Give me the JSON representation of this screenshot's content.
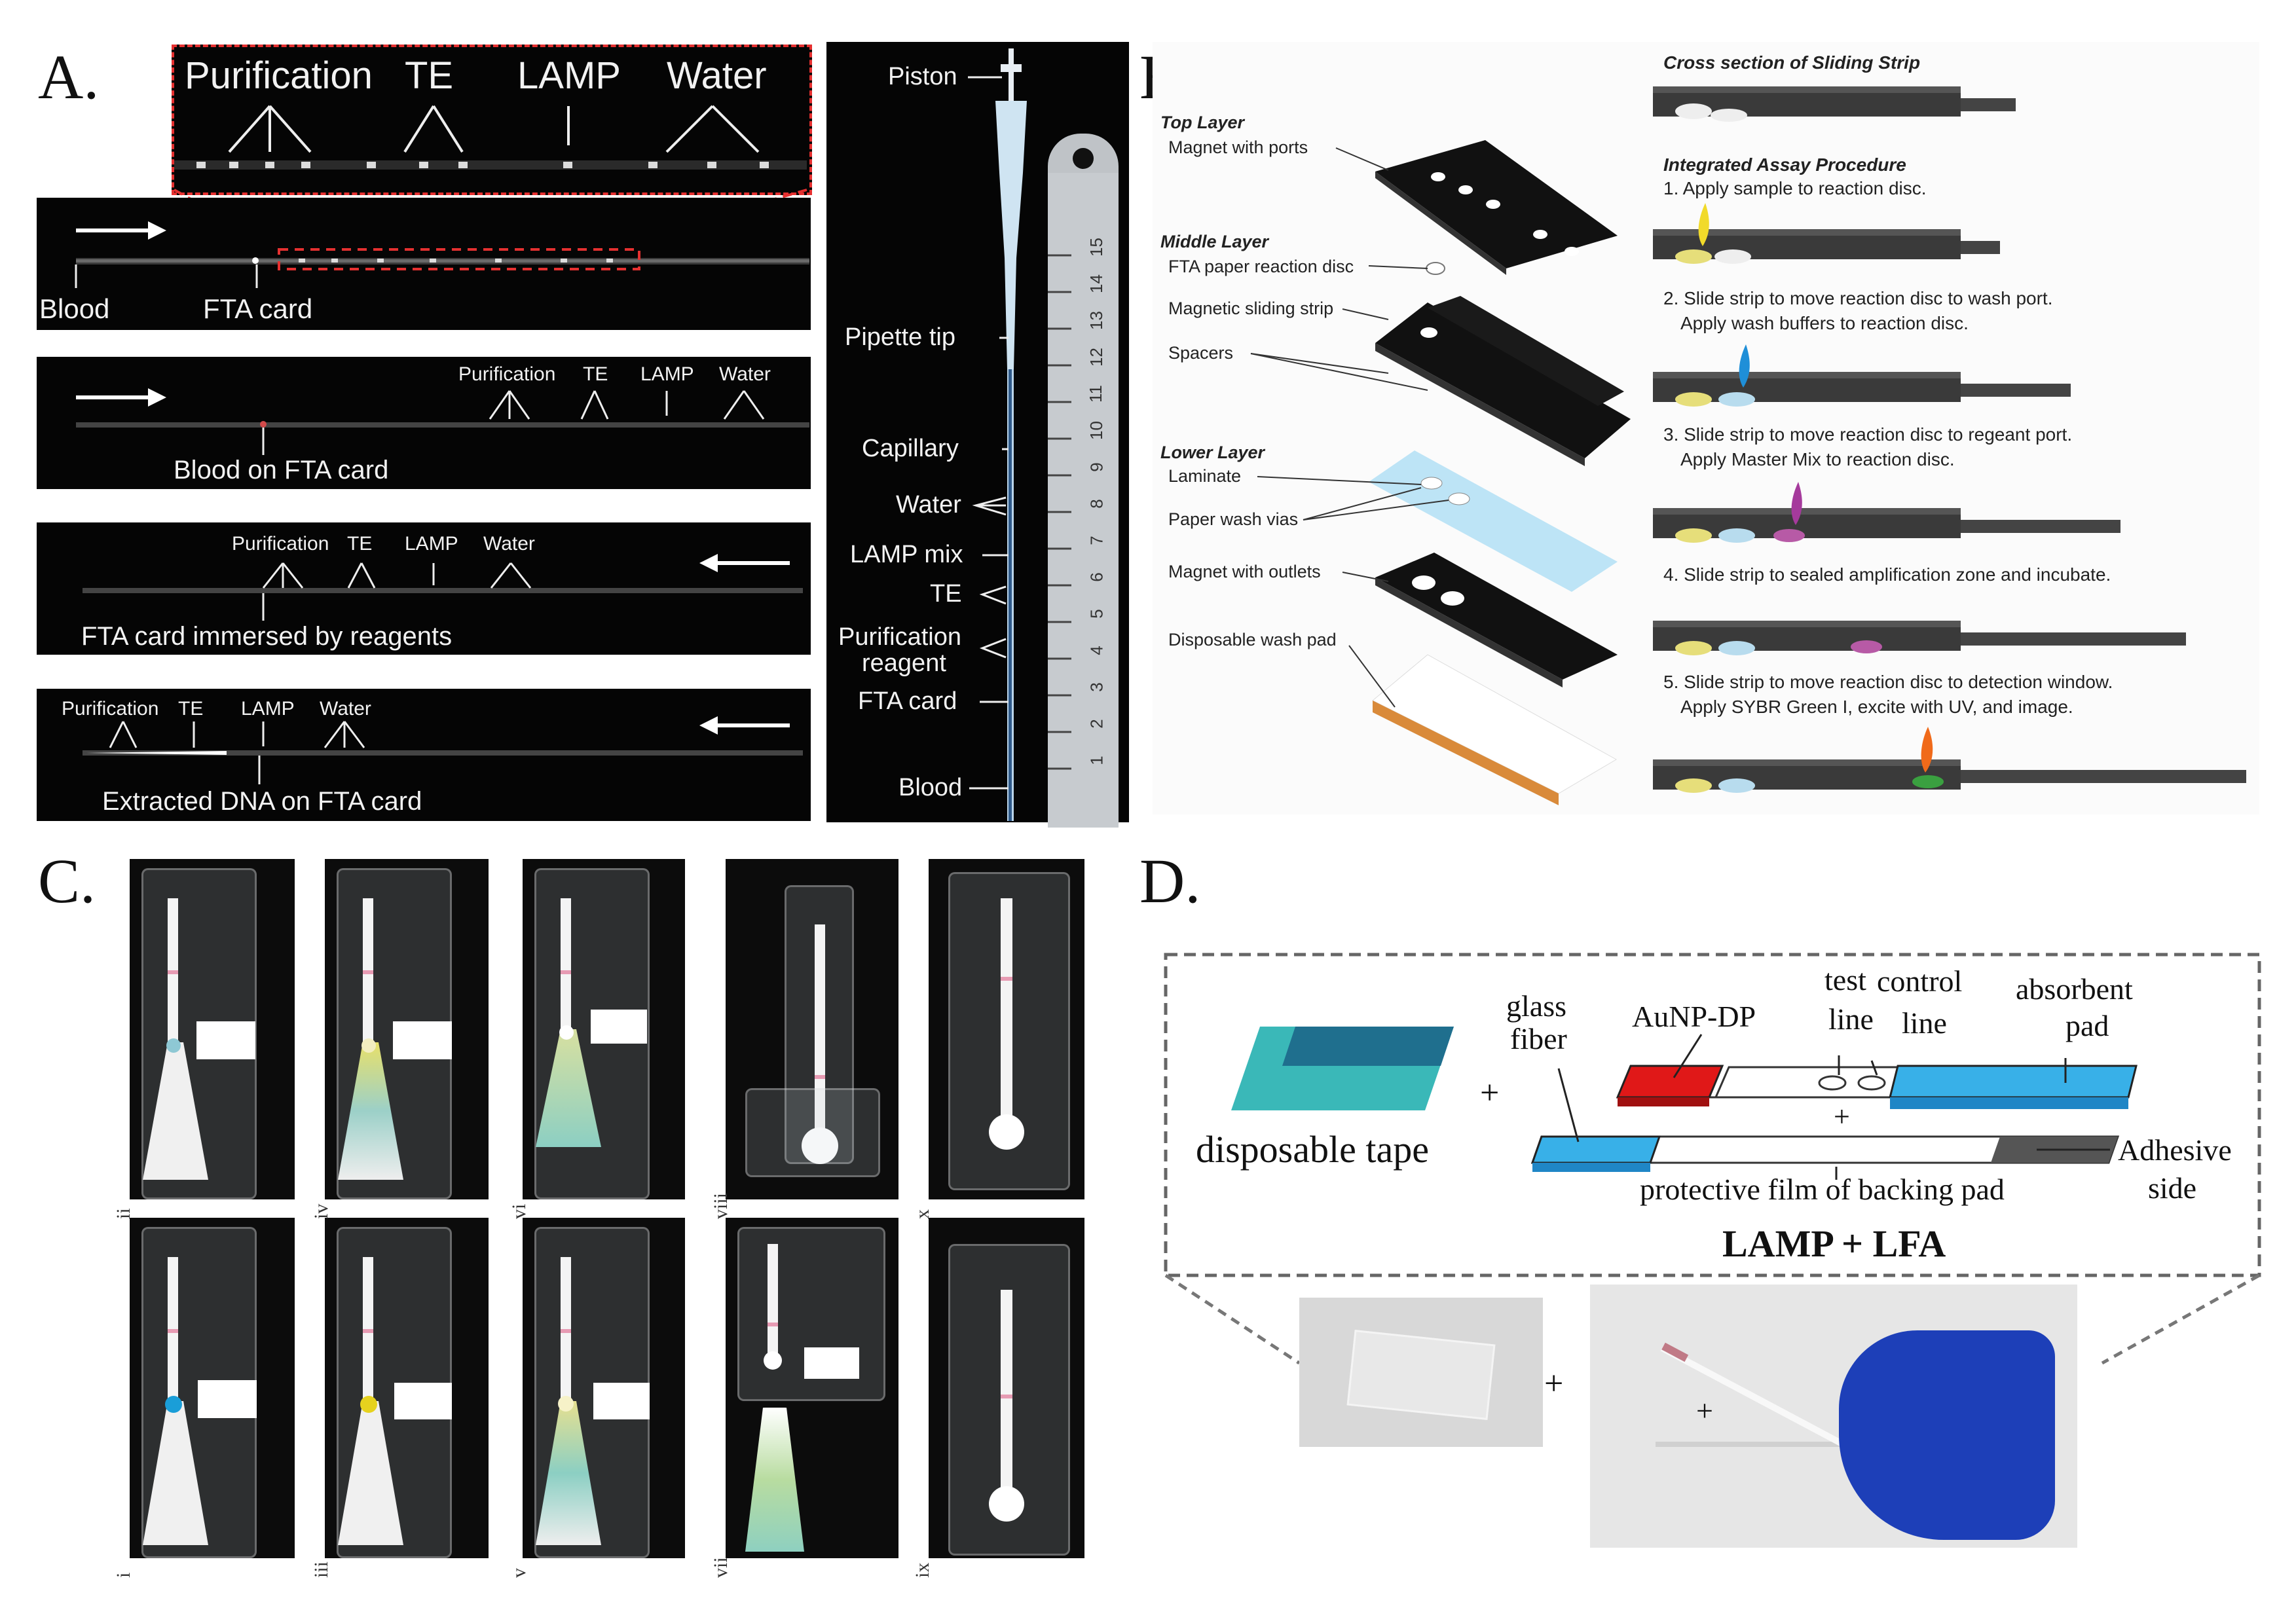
{
  "panels": {
    "a": "A.",
    "b": "B.",
    "c": "C.",
    "d": "D."
  },
  "panel_a": {
    "zoom": {
      "purification": "Purification",
      "te": "TE",
      "lamp": "LAMP",
      "water": "Water"
    },
    "strip1": {
      "blood": "Blood",
      "fta_card": "FTA card"
    },
    "strip2": {
      "purification": "Purification",
      "te": "TE",
      "lamp": "LAMP",
      "water": "Water",
      "caption": "Blood on FTA card"
    },
    "strip3": {
      "purification": "Purification",
      "te": "TE",
      "lamp": "LAMP",
      "water": "Water",
      "caption": "FTA card immersed by reagents"
    },
    "strip4": {
      "purification": "Purification",
      "te": "TE",
      "lamp": "LAMP",
      "water": "Water",
      "caption": "Extracted DNA on FTA card"
    },
    "device": {
      "piston": "Piston",
      "pipette_tip": "Pipette tip",
      "capillary": "Capillary",
      "water": "Water",
      "lamp_mix": "LAMP mix",
      "te": "TE",
      "purification_1": "Purification",
      "purification_2": "reagent",
      "fta_card": "FTA card",
      "blood": "Blood"
    },
    "ruler_ticks": [
      "1",
      "2",
      "3",
      "4",
      "5",
      "6",
      "7",
      "8",
      "9",
      "10",
      "11",
      "12",
      "13",
      "14",
      "15"
    ]
  },
  "panel_b": {
    "top_layer": "Top Layer",
    "top_desc": "Magnet with ports",
    "middle_layer": "Middle Layer",
    "fta_disc": "FTA paper reaction disc",
    "sliding_strip": "Magnetic sliding strip",
    "spacers": "Spacers",
    "lower_layer": "Lower Layer",
    "laminate": "Laminate",
    "wash_vias": "Paper wash vias",
    "outlets": "Magnet with outlets",
    "wash_pad": "Disposable wash pad",
    "cross_section": "Cross section of Sliding Strip",
    "procedure_title": "Integrated Assay Procedure",
    "steps": [
      "1. Apply sample to reaction disc.",
      "2. Slide strip to move reaction disc to wash port.",
      "Apply wash buffers to reaction disc.",
      "3. Slide strip to move reaction disc to regeant port.",
      "Apply Master Mix to reaction disc.",
      "4. Slide strip to sealed amplification zone and incubate.",
      "5. Slide strip to move reaction disc to detection window.",
      "Apply SYBR Green I, excite with UV, and image."
    ]
  },
  "panel_c": {
    "top_labels": [
      "ii",
      "iv",
      "vi",
      "viii",
      "x"
    ],
    "bottom_labels": [
      "i",
      "iii",
      "v",
      "vii",
      "ix"
    ]
  },
  "panel_d": {
    "glass_1": "glass",
    "glass_2": "fiber",
    "aunp": "AuNP-DP",
    "test_1": "test",
    "test_2": "line",
    "control_1": "control",
    "control_2": "line",
    "absorbent_1": "absorbent",
    "absorbent_2": "pad",
    "tape": "disposable tape",
    "plus": "+",
    "backing": "protective film of backing pad",
    "adhesive_1": "Adhesive",
    "adhesive_2": "side",
    "title": "LAMP + LFA"
  }
}
